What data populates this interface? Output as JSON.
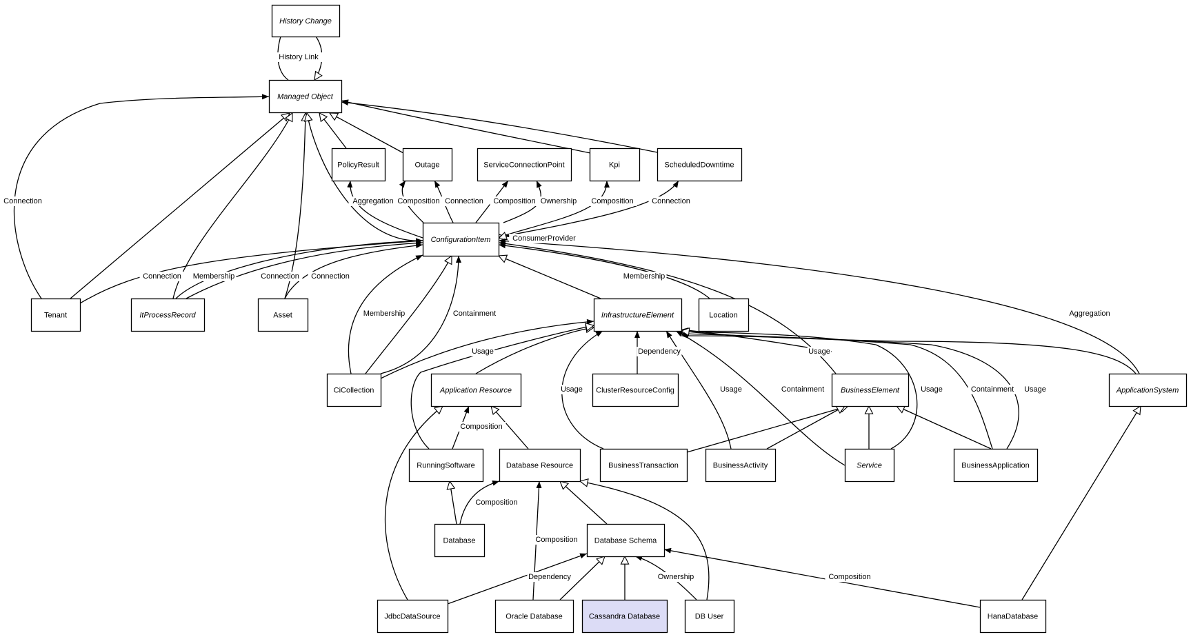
{
  "nodes": [
    {
      "id": "history_change",
      "label": "History Change",
      "italic": true
    },
    {
      "id": "managed_object",
      "label": "Managed Object",
      "italic": true
    },
    {
      "id": "policy_result",
      "label": "PolicyResult"
    },
    {
      "id": "outage",
      "label": "Outage"
    },
    {
      "id": "service_connection_point",
      "label": "ServiceConnectionPoint"
    },
    {
      "id": "kpi",
      "label": "Kpi"
    },
    {
      "id": "scheduled_downtime",
      "label": "ScheduledDowntime"
    },
    {
      "id": "configuration_item",
      "label": "ConfigurationItem",
      "italic": true
    },
    {
      "id": "tenant",
      "label": "Tenant"
    },
    {
      "id": "it_process_record",
      "label": "ItProcessRecord",
      "italic": true
    },
    {
      "id": "asset",
      "label": "Asset"
    },
    {
      "id": "infrastructure_element",
      "label": "InfrastructureElement",
      "italic": true
    },
    {
      "id": "location",
      "label": "Location"
    },
    {
      "id": "ci_collection",
      "label": "CiCollection"
    },
    {
      "id": "application_resource",
      "label": "Application Resource",
      "italic": true
    },
    {
      "id": "cluster_resource_config",
      "label": "ClusterResourceConfig"
    },
    {
      "id": "business_element",
      "label": "BusinessElement",
      "italic": true
    },
    {
      "id": "application_system",
      "label": "ApplicationSystem",
      "italic": true
    },
    {
      "id": "running_software",
      "label": "RunningSoftware"
    },
    {
      "id": "database_resource",
      "label": "Database Resource"
    },
    {
      "id": "business_transaction",
      "label": "BusinessTransaction"
    },
    {
      "id": "business_activity",
      "label": "BusinessActivity"
    },
    {
      "id": "service",
      "label": "Service",
      "italic": true
    },
    {
      "id": "business_application",
      "label": "BusinessApplication"
    },
    {
      "id": "database",
      "label": "Database"
    },
    {
      "id": "database_schema",
      "label": "Database Schema"
    },
    {
      "id": "jdbc_data_source",
      "label": "JdbcDataSource"
    },
    {
      "id": "oracle_database",
      "label": "Oracle Database"
    },
    {
      "id": "cassandra_database",
      "label": "Cassandra Database",
      "highlight": true
    },
    {
      "id": "db_user",
      "label": "DB User"
    },
    {
      "id": "hana_database",
      "label": "HanaDatabase"
    }
  ],
  "edges": [
    {
      "id": "e_history_link",
      "from": "managed_object",
      "to": "history_change",
      "label": "History Link",
      "arrow": "filled"
    },
    {
      "id": "e_history_inherit",
      "from": "history_change",
      "to": "managed_object",
      "label": "",
      "arrow": "hollow"
    },
    {
      "id": "e_tenant_conn_mo",
      "from": "tenant",
      "to": "managed_object",
      "label": "Connection",
      "arrow": "filled"
    },
    {
      "id": "e_tenant_inherit",
      "from": "tenant",
      "to": "managed_object",
      "label": "",
      "arrow": "hollow"
    },
    {
      "id": "e_itpr_inherit",
      "from": "it_process_record",
      "to": "managed_object",
      "label": "",
      "arrow": "hollow"
    },
    {
      "id": "e_asset_inherit",
      "from": "asset",
      "to": "managed_object",
      "label": "",
      "arrow": "hollow"
    },
    {
      "id": "e_ci_inherit",
      "from": "configuration_item",
      "to": "managed_object",
      "label": "",
      "arrow": "hollow"
    },
    {
      "id": "e_policy_inherit",
      "from": "policy_result",
      "to": "managed_object",
      "label": "",
      "arrow": "hollow"
    },
    {
      "id": "e_outage_inherit",
      "from": "outage",
      "to": "managed_object",
      "label": "",
      "arrow": "hollow"
    },
    {
      "id": "e_kpi_conn",
      "from": "kpi",
      "to": "managed_object",
      "label": "",
      "arrow": "filled"
    },
    {
      "id": "e_sched_conn",
      "from": "scheduled_downtime",
      "to": "managed_object",
      "label": "",
      "arrow": "filled"
    },
    {
      "id": "e_ci_policy",
      "from": "configuration_item",
      "to": "policy_result",
      "label": "Aggregation",
      "arrow": "filled"
    },
    {
      "id": "e_ci_outage_comp",
      "from": "configuration_item",
      "to": "outage",
      "label": "Composition",
      "arrow": "filled"
    },
    {
      "id": "e_ci_outage_conn",
      "from": "configuration_item",
      "to": "outage",
      "label": "Connection",
      "arrow": "filled"
    },
    {
      "id": "e_ci_scp_comp",
      "from": "configuration_item",
      "to": "service_connection_point",
      "label": "Composition",
      "arrow": "filled"
    },
    {
      "id": "e_ci_scp_own",
      "from": "configuration_item",
      "to": "service_connection_point",
      "label": "Ownership",
      "arrow": "filled"
    },
    {
      "id": "e_ci_kpi",
      "from": "configuration_item",
      "to": "kpi",
      "label": "Composition",
      "arrow": "filled"
    },
    {
      "id": "e_ci_sched",
      "from": "configuration_item",
      "to": "scheduled_downtime",
      "label": "Connection",
      "arrow": "filled"
    },
    {
      "id": "e_ci_self",
      "from": "configuration_item",
      "to": "configuration_item",
      "label": "ConsumerProvider",
      "arrow": "hollow"
    },
    {
      "id": "e_tenant_ci",
      "from": "tenant",
      "to": "configuration_item",
      "label": "Connection",
      "arrow": "filled"
    },
    {
      "id": "e_itpr_ci_mem",
      "from": "it_process_record",
      "to": "configuration_item",
      "label": "Membership",
      "arrow": "filled"
    },
    {
      "id": "e_itpr_ci_conn",
      "from": "it_process_record",
      "to": "configuration_item",
      "label": "Connection",
      "arrow": "filled"
    },
    {
      "id": "e_asset_ci",
      "from": "asset",
      "to": "configuration_item",
      "label": "Connection",
      "arrow": "filled"
    },
    {
      "id": "e_cic_ci_mem",
      "from": "ci_collection",
      "to": "configuration_item",
      "label": "Membership",
      "arrow": "filled"
    },
    {
      "id": "e_cic_ci_inherit",
      "from": "ci_collection",
      "to": "configuration_item",
      "label": "",
      "arrow": "hollow"
    },
    {
      "id": "e_cic_ci_cont",
      "from": "ci_collection",
      "to": "configuration_item",
      "label": "Containment",
      "arrow": "filled"
    },
    {
      "id": "e_location_ci",
      "from": "location",
      "to": "configuration_item",
      "label": "Membership",
      "arrow": "filled"
    },
    {
      "id": "e_ie_ci_inherit",
      "from": "infrastructure_element",
      "to": "configuration_item",
      "label": "",
      "arrow": "hollow"
    },
    {
      "id": "e_be_ci",
      "from": "business_element",
      "to": "configuration_item",
      "label": "",
      "arrow": "filled"
    },
    {
      "id": "e_as_ci",
      "from": "application_system",
      "to": "configuration_item",
      "label": "Aggregation",
      "arrow": "filled"
    },
    {
      "id": "e_cic_ie",
      "from": "ci_collection",
      "to": "infrastructure_element",
      "label": "Usage",
      "arrow": "filled"
    },
    {
      "id": "e_ar_ie_inherit",
      "from": "application_resource",
      "to": "infrastructure_element",
      "label": "",
      "arrow": "hollow"
    },
    {
      "id": "e_rs_ie",
      "from": "running_software",
      "to": "infrastructure_element",
      "label": "",
      "arrow": "hollow"
    },
    {
      "id": "e_crc_ie",
      "from": "cluster_resource_config",
      "to": "infrastructure_element",
      "label": "Dependency",
      "arrow": "filled"
    },
    {
      "id": "e_bt_ie",
      "from": "business_transaction",
      "to": "infrastructure_element",
      "label": "Usage",
      "arrow": "filled"
    },
    {
      "id": "e_ba_ie",
      "from": "business_activity",
      "to": "infrastructure_element",
      "label": "Usage",
      "arrow": "filled"
    },
    {
      "id": "e_svc_ie_cont",
      "from": "service",
      "to": "infrastructure_element",
      "label": "Containment",
      "arrow": "filled"
    },
    {
      "id": "e_be_ie",
      "from": "business_element",
      "to": "infrastructure_element",
      "label": "Usage",
      "arrow": "filled"
    },
    {
      "id": "e_svc_ie_usage",
      "from": "service",
      "to": "infrastructure_element",
      "label": "Usage",
      "arrow": "filled"
    },
    {
      "id": "e_bapp_ie_cont",
      "from": "business_application",
      "to": "infrastructure_element",
      "label": "Containment",
      "arrow": "filled"
    },
    {
      "id": "e_bapp_ie_usage",
      "from": "business_application",
      "to": "infrastructure_element",
      "label": "Usage",
      "arrow": "filled"
    },
    {
      "id": "e_as_ie",
      "from": "application_system",
      "to": "infrastructure_element",
      "label": "",
      "arrow": "hollow"
    },
    {
      "id": "e_rs_ar",
      "from": "running_software",
      "to": "application_resource",
      "label": "Composition",
      "arrow": "filled"
    },
    {
      "id": "e_dr_ar",
      "from": "database_resource",
      "to": "application_resource",
      "label": "",
      "arrow": "hollow"
    },
    {
      "id": "e_jdbc_ar",
      "from": "jdbc_data_source",
      "to": "application_resource",
      "label": "",
      "arrow": "hollow"
    },
    {
      "id": "e_bt_be",
      "from": "business_transaction",
      "to": "business_element",
      "label": "",
      "arrow": "hollow"
    },
    {
      "id": "e_ba_be",
      "from": "business_activity",
      "to": "business_element",
      "label": "",
      "arrow": "hollow"
    },
    {
      "id": "e_svc_be",
      "from": "service",
      "to": "business_element",
      "label": "",
      "arrow": "hollow"
    },
    {
      "id": "e_bapp_be",
      "from": "business_application",
      "to": "business_element",
      "label": "",
      "arrow": "hollow"
    },
    {
      "id": "e_hana_as",
      "from": "hana_database",
      "to": "application_system",
      "label": "",
      "arrow": "hollow"
    },
    {
      "id": "e_db_rs",
      "from": "database",
      "to": "running_software",
      "label": "",
      "arrow": "hollow"
    },
    {
      "id": "e_db_dr",
      "from": "database",
      "to": "database_resource",
      "label": "Composition",
      "arrow": "filled"
    },
    {
      "id": "e_ora_dr",
      "from": "oracle_database",
      "to": "database_resource",
      "label": "Composition",
      "arrow": "filled"
    },
    {
      "id": "e_ds_dr",
      "from": "database_schema",
      "to": "database_resource",
      "label": "",
      "arrow": "hollow"
    },
    {
      "id": "e_dbuser_dr",
      "from": "db_user",
      "to": "database_resource",
      "label": "",
      "arrow": "hollow"
    },
    {
      "id": "e_jdbc_ds",
      "from": "jdbc_data_source",
      "to": "database_schema",
      "label": "Dependency",
      "arrow": "filled"
    },
    {
      "id": "e_ora_ds",
      "from": "oracle_database",
      "to": "database_schema",
      "label": "",
      "arrow": "hollow"
    },
    {
      "id": "e_cass_ds",
      "from": "cassandra_database",
      "to": "database_schema",
      "label": "",
      "arrow": "hollow"
    },
    {
      "id": "e_dbuser_ds",
      "from": "db_user",
      "to": "database_schema",
      "label": "Ownership",
      "arrow": "filled"
    },
    {
      "id": "e_hana_ds",
      "from": "hana_database",
      "to": "database_schema",
      "label": "Composition",
      "arrow": "filled"
    }
  ]
}
